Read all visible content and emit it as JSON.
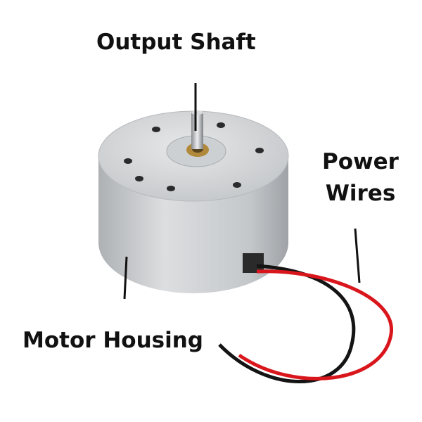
{
  "labels": {
    "output_shaft": "Output Shaft",
    "power_wires_line1": "Power",
    "power_wires_line2": "Wires",
    "motor_housing": "Motor Housing"
  },
  "colors": {
    "housing": "#cfd1d3",
    "wire_red": "#d9161c",
    "wire_black": "#141414",
    "bearing": "#b08a3a",
    "text": "#111111"
  }
}
